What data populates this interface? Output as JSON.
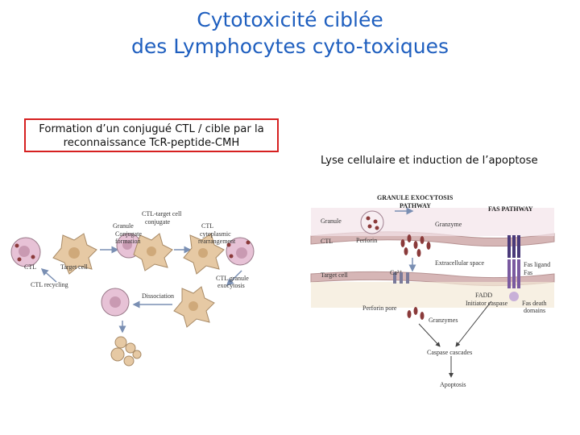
{
  "title": {
    "line1": "Cytotoxicité ciblée",
    "line2": "des Lymphocytes cyto-toxiques"
  },
  "left_box": {
    "line1": "Formation d’un conjugué CTL / cible par la",
    "line2": "reconnaissance TcR-peptide-CMH"
  },
  "right_caption": "Lyse cellulaire et induction de l’apoptose",
  "left_diagram": {
    "ctl_target_conjugate": "CTL-target cell",
    "conjugate": "conjugate",
    "granule": "Granule",
    "ctl": "CTL",
    "conjugate_formation_1": "Conjugate",
    "conjugate_formation_2": "formation",
    "cytoplasmic_1": "cytoplasmic",
    "cytoplasmic_2": "rearrangement",
    "ctl_label": "CTL",
    "target_cell": "Target cell",
    "ctl_recycling": "CTL recycling",
    "dissociation": "Dissociation",
    "ctl_granule_1": "CTL granule",
    "ctl_granule_2": "exocytosis"
  },
  "right_diagram": {
    "granule_exocytosis_1": "GRANULE EXOCYTOSIS",
    "granule_exocytosis_2": "PATHWAY",
    "fas_pathway": "FAS PATHWAY",
    "granule": "Granule",
    "granzyme": "Granzyme",
    "ctl": "CTL",
    "perforin": "Perforin",
    "extracellular_space": "Extracellular space",
    "fas_ligand": "Fas ligand",
    "fas": "Fas",
    "ca": "Ca²⁺",
    "target_cell": "Target cell",
    "fadd": "FADD",
    "initiator_caspase": "Initiator caspase",
    "fas_death_1": "Fas death",
    "fas_death_2": "domains",
    "perforin_pore": "Perforin pore",
    "granzymes": "Granzymes",
    "caspase_cascades": "Caspase cascades",
    "apoptosis": "Apoptosis"
  },
  "colors": {
    "title": "#1f5fbf",
    "box_border": "#d62020",
    "ctl_cell": "#e7c2d6",
    "target_cell": "#e6c9a4",
    "membrane": "#d6b6b6",
    "granule": "#8a3a3a"
  }
}
